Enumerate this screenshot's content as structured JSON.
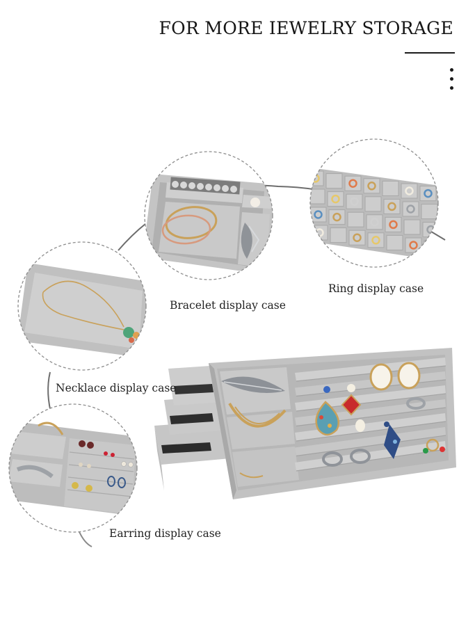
{
  "header": {
    "title": "FOR MORE IEWELRY STORAGE",
    "menu_icon": "vertical-dots-icon"
  },
  "labels": {
    "bracelet": "Bracelet display case",
    "ring": "Ring display case",
    "necklace": "Necklace display case",
    "earring": "Earring display case"
  },
  "colors": {
    "velvet": "#b9b9b9",
    "velvet_light": "#d2d2d2",
    "gold": "#c9a15a",
    "silver": "#9a9ea3",
    "text": "#222222"
  }
}
